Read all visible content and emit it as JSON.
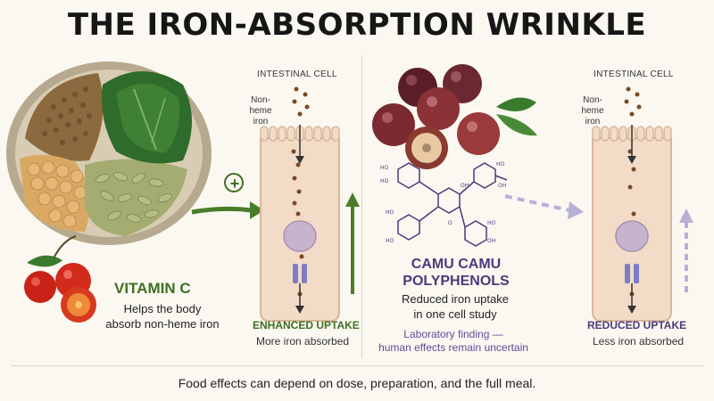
{
  "title": "THE IRON-ABSORPTION WRINKLE",
  "left": {
    "cell_label": "INTESTINAL CELL",
    "iron_label_line1": "Non-heme",
    "iron_label_line2": "iron",
    "heading": "VITAMIN C",
    "desc_line1": "Helps the body",
    "desc_line2": "absorb non-heme iron",
    "result_heading": "ENHANCED UPTAKE",
    "result_text": "More iron absorbed",
    "plus_symbol": "+"
  },
  "right": {
    "cell_label": "INTESTINAL CELL",
    "iron_label_line1": "Non-heme",
    "iron_label_line2": "iron",
    "heading_line1": "CAMU CAMU",
    "heading_line2": "POLYPHENOLS",
    "desc_line1": "Reduced iron uptake",
    "desc_line2": "in one cell study",
    "note_line1": "Laboratory finding —",
    "note_line2": "human effects remain uncertain",
    "result_heading": "REDUCED UPTAKE",
    "result_text": "Less iron absorbed"
  },
  "footer": "Food effects can depend on dose, preparation, and the full meal.",
  "colors": {
    "green": "#3f6f22",
    "purple": "#4a3b7c",
    "iron": "#7a4a24",
    "cell": "#f2dcc8"
  }
}
